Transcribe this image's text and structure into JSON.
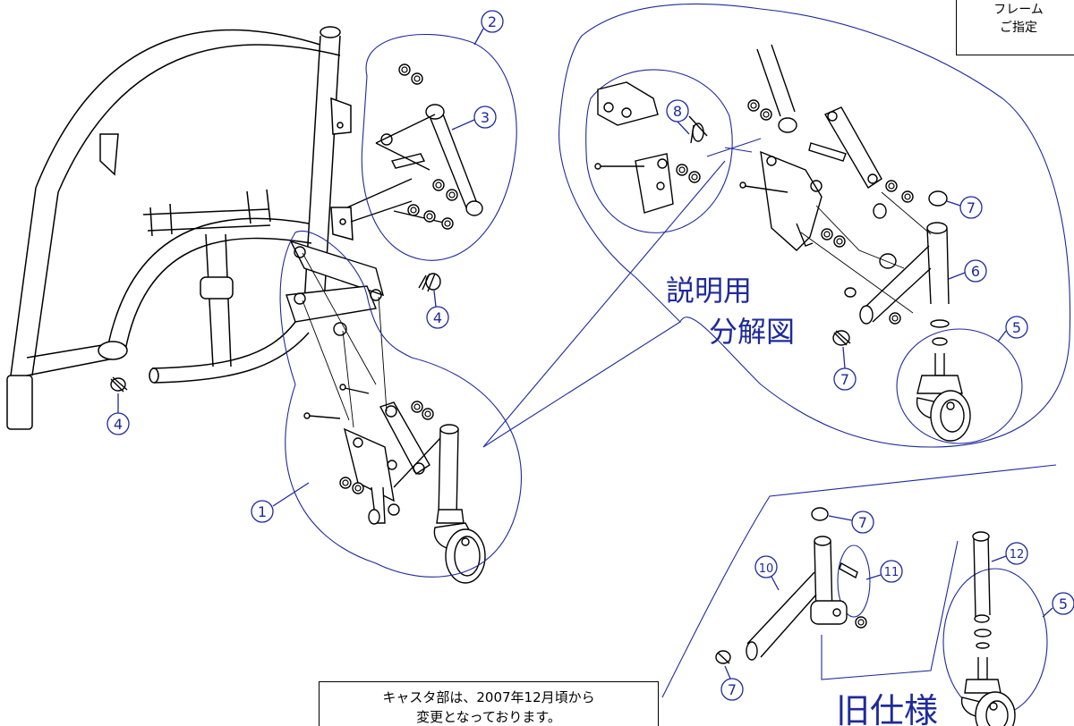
{
  "labels": {
    "explanatory_line1": "説明用",
    "explanatory_line2": "分解図",
    "old_spec": "旧仕様"
  },
  "notes": {
    "top_line1": "フレーム",
    "top_line2": "ご指定",
    "bottom_line1": "キャスタ部は、2007年12月頃から",
    "bottom_line2": "変更となっております。"
  },
  "callouts": {
    "c1": "1",
    "c2": "2",
    "c3": "3",
    "c4a": "4",
    "c4b": "4",
    "c5a": "5",
    "c5b": "5",
    "c6": "6",
    "c7a": "7",
    "c7b": "7",
    "c7c": "7",
    "c7d": "7",
    "c8": "8",
    "c10": "10",
    "c11": "11",
    "c12": "12"
  },
  "colors": {
    "callout": "#1e2a9c",
    "line": "#000000"
  }
}
